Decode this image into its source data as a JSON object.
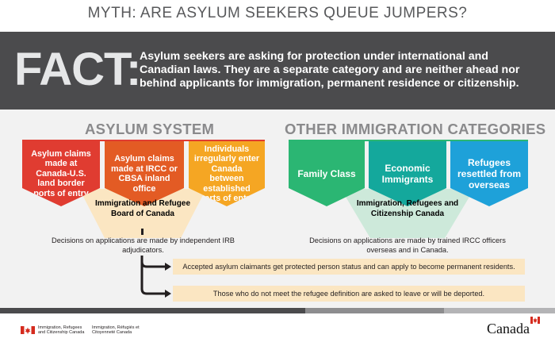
{
  "header": {
    "title": "MYTH: ARE ASYLUM SEEKERS QUEUE JUMPERS?",
    "fact_word": "FACT:",
    "fact_text": "Asylum seekers are asking for protection under international and Canadian laws. They are a separate category and are neither ahead nor behind applicants for immigration, permanent residence or citizenship."
  },
  "asylum": {
    "title": "ASYLUM SYSTEM",
    "boxes": [
      {
        "label": "Asylum claims made at Canada-U.S. land border ports of entry",
        "color": "#e03c31"
      },
      {
        "label": "Asylum claims made at IRCC or CBSA inland office",
        "color": "#e35b24"
      },
      {
        "label": "Individuals irregularly enter Canada between established ports of entry",
        "color": "#f5a623"
      }
    ],
    "board": "Immigration and Refugee Board of Canada",
    "note": "Decisions on applications are made by independent IRB adjudicators.",
    "title_color": "#e03c31",
    "tint": "#fbe6c2"
  },
  "other": {
    "title": "OTHER IMMIGRATION CATEGORIES",
    "boxes": [
      {
        "label": "Family Class",
        "color": "#2bb673"
      },
      {
        "label": "Economic Immigrants",
        "color": "#14a89c"
      },
      {
        "label": "Refugees resettled from overseas",
        "color": "#1ea1d9"
      }
    ],
    "board": "Immigration, Refugees and Citizenship Canada",
    "note": "Decisions on applications are made by trained IRCC officers overseas and in Canada.",
    "title_color": "#2bb673",
    "tint": "#cde9da"
  },
  "outcomes": [
    "Accepted asylum claimants get protected person status and can apply to become permanent residents.",
    "Those who do not meet the refugee definition are asked to leave or will be deported."
  ],
  "footer": {
    "dept_en": "Immigration, Refugees and Citizenship Canada",
    "dept_fr": "Immigration, Réfugiés et Citoyenneté Canada",
    "wordmark": "Canada",
    "flag_color": "#d52b1e"
  }
}
